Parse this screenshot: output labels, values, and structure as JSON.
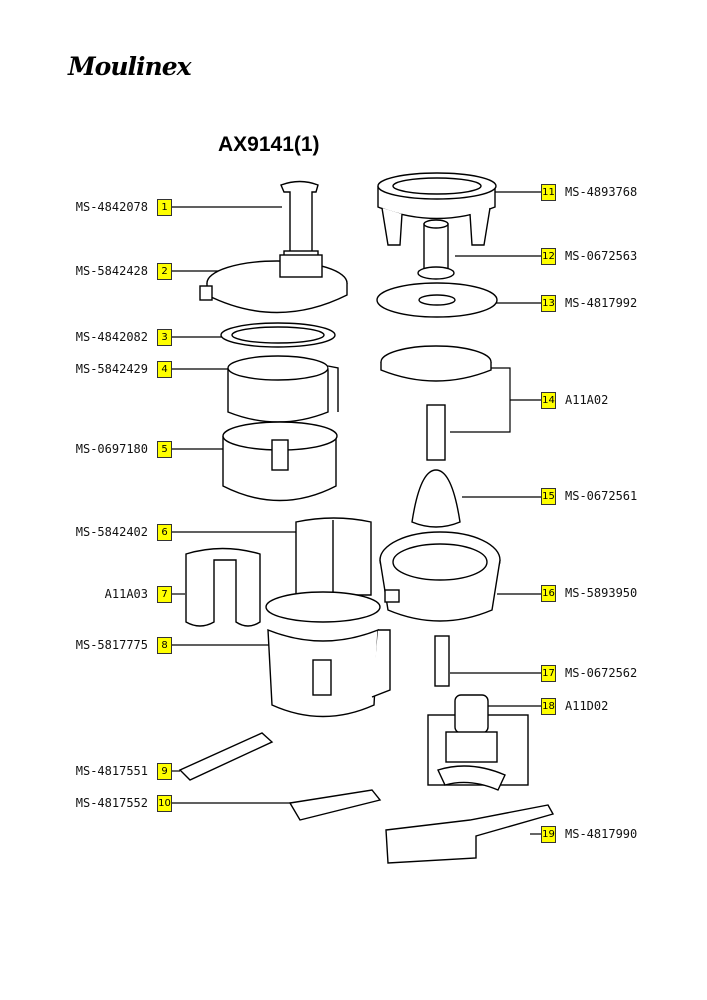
{
  "brand": "Moulinex",
  "model": "AX9141(1)",
  "parts": [
    {
      "n": "1",
      "code": "MS-4842078"
    },
    {
      "n": "2",
      "code": "MS-5842428"
    },
    {
      "n": "3",
      "code": "MS-4842082"
    },
    {
      "n": "4",
      "code": "MS-5842429"
    },
    {
      "n": "5",
      "code": "MS-0697180"
    },
    {
      "n": "6",
      "code": "MS-5842402"
    },
    {
      "n": "7",
      "code": "A11A03"
    },
    {
      "n": "8",
      "code": "MS-5817775"
    },
    {
      "n": "9",
      "code": "MS-4817551"
    },
    {
      "n": "10",
      "code": "MS-4817552"
    },
    {
      "n": "11",
      "code": "MS-4893768"
    },
    {
      "n": "12",
      "code": "MS-0672563"
    },
    {
      "n": "13",
      "code": "MS-4817992"
    },
    {
      "n": "14",
      "code": "A11A02"
    },
    {
      "n": "15",
      "code": "MS-0672561"
    },
    {
      "n": "16",
      "code": "MS-5893950"
    },
    {
      "n": "17",
      "code": "MS-0672562"
    },
    {
      "n": "18",
      "code": "A11D02"
    },
    {
      "n": "19",
      "code": "MS-4817990"
    }
  ],
  "colors": {
    "badge": "#ffff00",
    "line": "#000000"
  }
}
